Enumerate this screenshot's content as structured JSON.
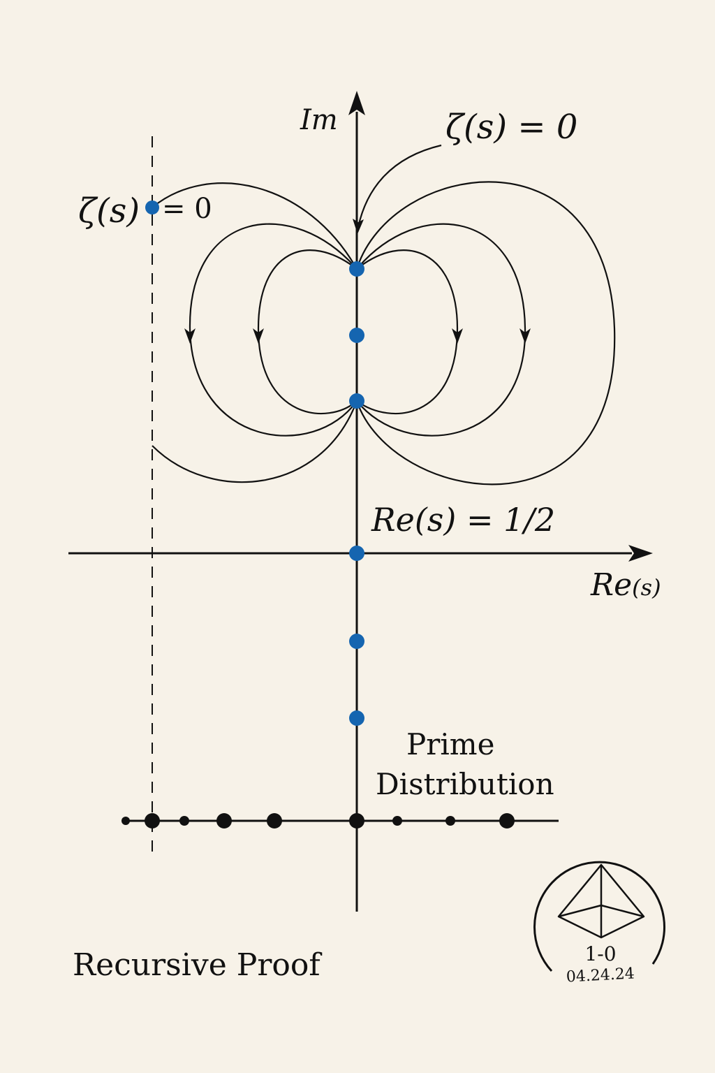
{
  "axes": {
    "imaginary_label": "Im",
    "real_label_main": "Re",
    "real_label_arg": "(s)"
  },
  "annotations": {
    "zero_label_top": "ζ(s) = 0",
    "zero_label_left_zeta": "ζ(s)",
    "zero_label_left_eq": "= 0",
    "critical_line_label": "Re(s) = 1/2",
    "prime_label_line1": "Prime",
    "prime_label_line2": "Distribution",
    "footer_title": "Recursive Proof"
  },
  "seal": {
    "score": "1-0",
    "date": "04.24.24"
  },
  "colors": {
    "background": "#f7f2e8",
    "ink": "#111111",
    "zero_point": "#1565b0"
  }
}
